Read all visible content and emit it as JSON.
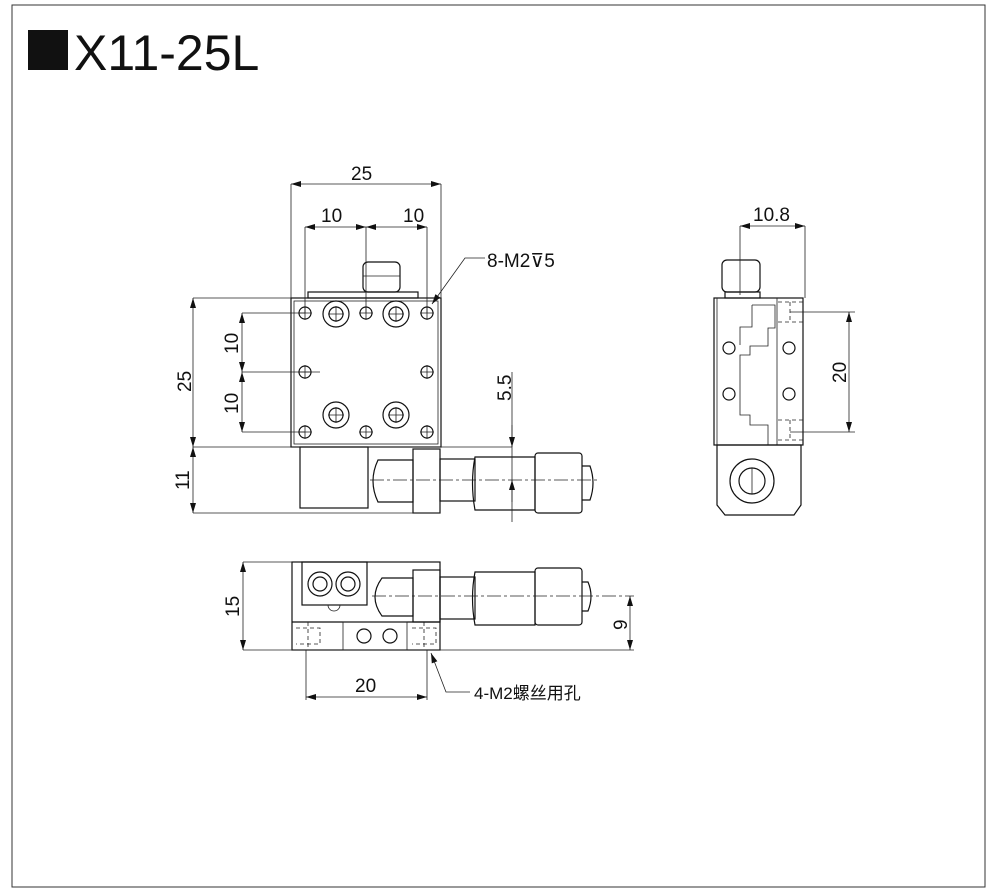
{
  "title": {
    "marker": "■",
    "model": "X11-25L"
  },
  "top_view": {
    "dim_width": "25",
    "dim_hole_left": "10",
    "dim_hole_right": "10",
    "dim_height": "25",
    "dim_vert_upper": "10",
    "dim_vert_lower": "10",
    "dim_base": "11",
    "dim_offset": "5.5",
    "hole_callout": "8-M2⊽5"
  },
  "side_view": {
    "dim_width": "10.8",
    "dim_hole_pitch": "20"
  },
  "front_view": {
    "dim_height": "15",
    "dim_axis_height": "9",
    "dim_hole_pitch": "20",
    "hole_callout": "4-M2螺丝用孔"
  }
}
